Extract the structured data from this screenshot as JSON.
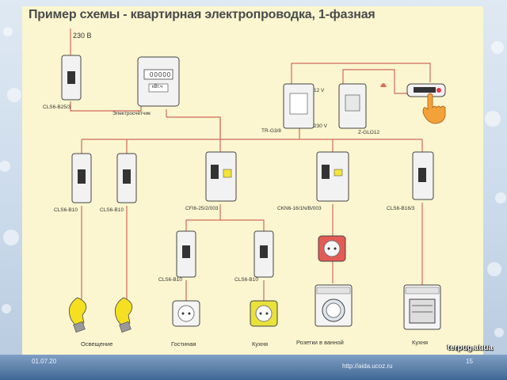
{
  "title": "Пример схемы - квартирная электропроводка, 1-фазная",
  "voltage_in": "230 В",
  "devices": {
    "main_breaker": "CLS6-B25/3",
    "meter_label": "Электросчётчик",
    "meter_unit": "кВт.ч",
    "meter_digits": "00000",
    "transformer": "TR-G3/8",
    "transformer_out": "12 V",
    "transformer_in": "230 V",
    "controller": "Z-GLO12",
    "b1": "CLS6-B10",
    "b2": "CLS6-B10",
    "rcd": "CFI6-25/2/003",
    "rcbo": "CKN6-16/1N/B/003",
    "b_kitchen": "CLS6-B16/3",
    "b_living": "CLS6-B10",
    "b_kitchen2": "CLS6-B10"
  },
  "captions": {
    "lighting": "Освещение",
    "living": "Гостиная",
    "kitchen": "Кухня",
    "bathroom": "Розетки в ванной",
    "kitchen2": "Кухня"
  },
  "footer": {
    "date": "01.07.20",
    "url": "http://aida.ucoz.ru",
    "page": "15",
    "brand": "terpug.at.ua"
  },
  "colors": {
    "wire": "#d06a5e",
    "slide": "#fbf6cf",
    "device": "#f2f2f2",
    "bulb": "#f4e021"
  }
}
